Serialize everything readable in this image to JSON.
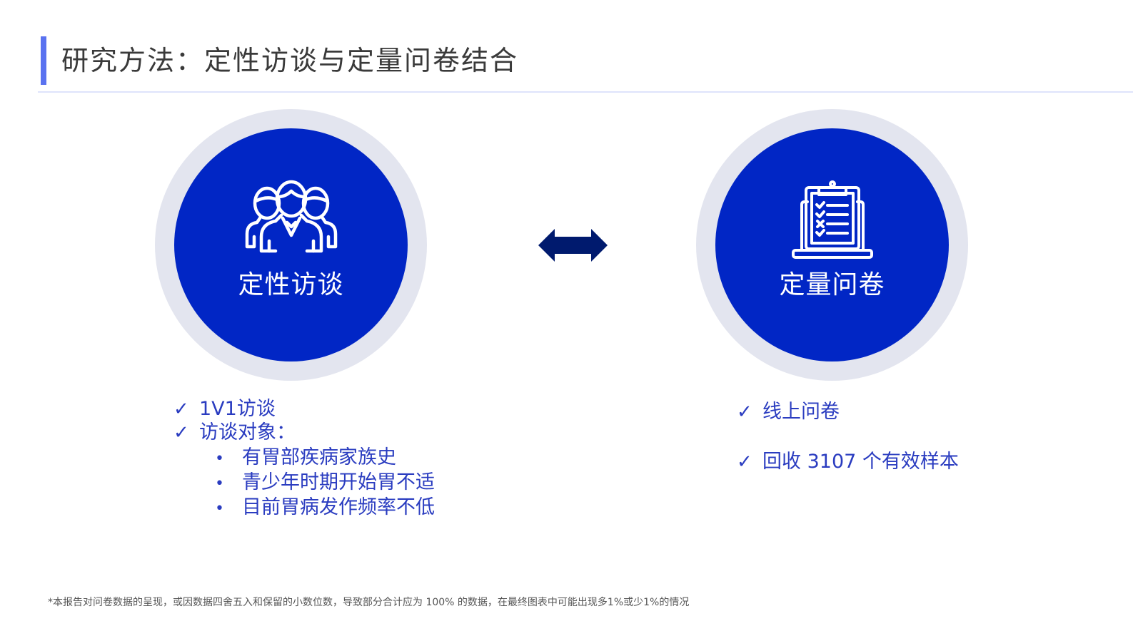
{
  "header": {
    "title": "研究方法：定性访谈与定量问卷结合",
    "accent_color": "#5a72f0"
  },
  "methods": [
    {
      "label": "定性访谈",
      "icon": "people-group-icon",
      "circle_color": "#0126c5",
      "ring_color": "#e3e5ef"
    },
    {
      "label": "定量问卷",
      "icon": "clipboard-laptop-checklist-icon",
      "circle_color": "#0126c5",
      "ring_color": "#e3e5ef"
    }
  ],
  "connector": {
    "icon": "double-arrow-icon",
    "color": "#001a6e"
  },
  "qualitative": {
    "check_symbol": "✓",
    "bullet_symbol": "•",
    "items": [
      "1V1访谈",
      "访谈对象："
    ],
    "sub_items": [
      "有胃部疾病家族史",
      "青少年时期开始胃不适",
      "目前胃病发作频率不低"
    ]
  },
  "quantitative": {
    "check_symbol": "✓",
    "items": [
      "线上问卷",
      "回收 3107 个有效样本"
    ]
  },
  "footer": {
    "note": "*本报告对问卷数据的呈现，或因数据四舍五入和保留的小数位数，导致部分合计应为 100% 的数据，在最终图表中可能出现多1%或少1%的情况"
  }
}
